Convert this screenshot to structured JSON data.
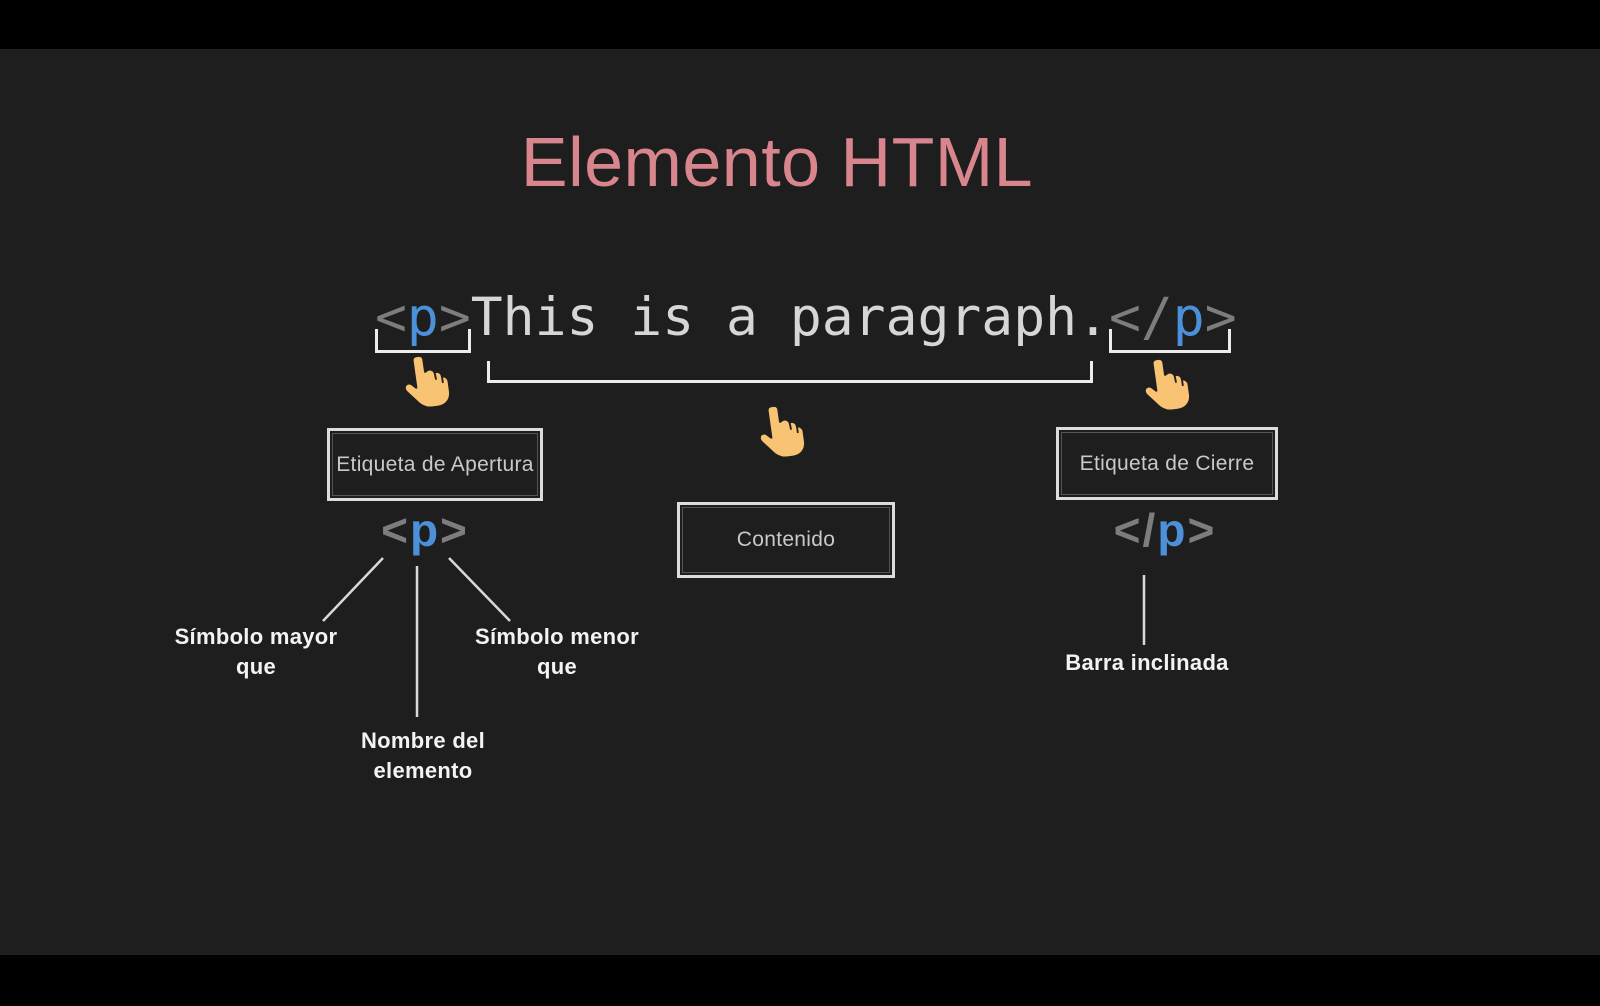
{
  "title": "Elemento HTML",
  "code": {
    "lt": "<",
    "gt": ">",
    "slash": "/",
    "tag": "p",
    "content": "This is a paragraph."
  },
  "boxes": {
    "opening": "Etiqueta de Apertura",
    "content": "Contenido",
    "closing": "Etiqueta de Cierre"
  },
  "annotations": {
    "greater_line1": "Símbolo mayor",
    "greater_line2": "que",
    "name_line1": "Nombre del",
    "name_line2": "elemento",
    "less_line1": "Símbolo menor",
    "less_line2": "que",
    "slash_label": "Barra inclinada"
  },
  "icons": {
    "hand": "pointing-hand-icon"
  },
  "colors": {
    "letterbox": "#000000",
    "slide_background": "#1e1e1e",
    "title_pink": "#d9858e",
    "code_blue": "#4b90d8",
    "code_gray": "#7d7d7d",
    "code_text": "#d6d6d6",
    "brace_white": "#ececec",
    "box_border": "#dcdcdc",
    "box_text": "#c9c9c9",
    "label_text": "#f3f3f3",
    "line_gray": "#d9d9d9",
    "hand_fill": "#f8c372",
    "hand_outline": "#1f1f1f"
  }
}
